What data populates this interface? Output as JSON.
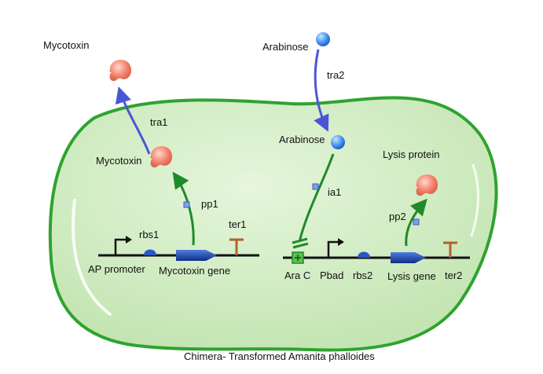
{
  "caption": "Chimera- Transformed Amanita phalloides",
  "outside": {
    "mycotoxin_label": "Mycotoxin",
    "arabinose_label": "Arabinose"
  },
  "transport": {
    "tra1": "tra1",
    "tra2": "tra2"
  },
  "inside": {
    "mycotoxin_label": "Mycotoxin",
    "arabinose_label": "Arabinose",
    "lysis_protein_label": "Lysis protein",
    "pp1": "pp1",
    "ia1": "ia1",
    "pp2": "pp2"
  },
  "circuit1": {
    "promoter": "AP promoter",
    "rbs": "rbs1",
    "gene": "Mycotoxin gene",
    "terminator": "ter1"
  },
  "circuit2": {
    "operator": "Ara C",
    "promoter": "Pbad",
    "rbs": "rbs2",
    "gene": "Lysis gene",
    "terminator": "ter2"
  },
  "colors": {
    "cell_fill": "#cdebbf",
    "cell_border": "#2fa32f",
    "transport_arrow": "#4a56d6",
    "production_arrow": "#1f8a2a",
    "gene_blue": "#1a3fa0",
    "terminator": "#b5602c",
    "protein": "#f0806a",
    "molecule": "#3f8ff0"
  }
}
